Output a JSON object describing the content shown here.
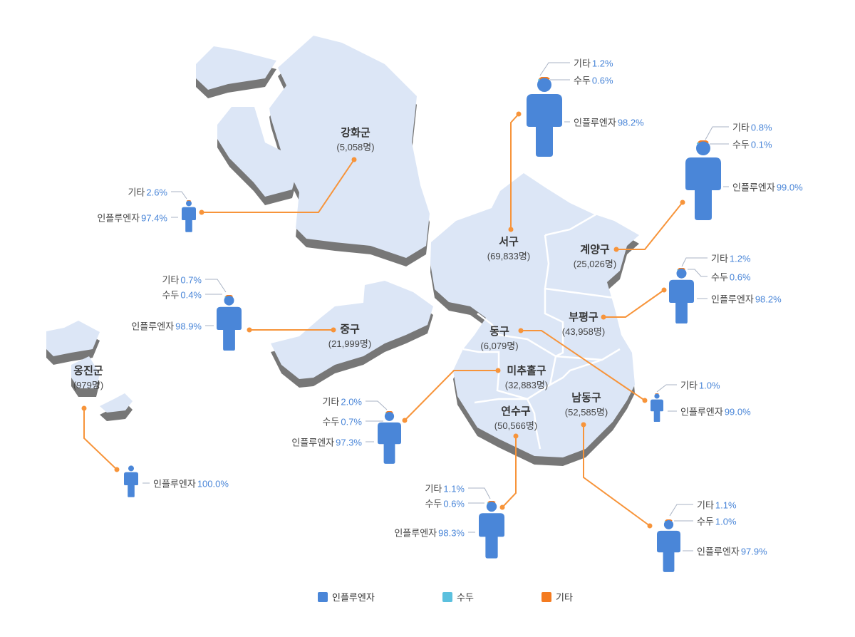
{
  "colors": {
    "influenza": "#4a86d8",
    "chickenpox": "#5bc0de",
    "other": "#f47b20",
    "connector": "#f7943a",
    "land": "#dce6f6",
    "shadow": "#777777"
  },
  "legend": [
    {
      "label": "인플루엔자"
    },
    {
      "label": "수두"
    },
    {
      "label": "기타"
    }
  ],
  "stat_labels": {
    "influenza": "인플루엔자",
    "chickenpox": "수두",
    "other": "기타"
  },
  "districts": {
    "ganghwa": {
      "name": "강화군",
      "population": "(5,058명)",
      "influenza": "97.4%",
      "other": "2.6%"
    },
    "seo": {
      "name": "서구",
      "population": "(69,833명)",
      "influenza": "98.2%",
      "chickenpox": "0.6%",
      "other": "1.2%"
    },
    "gyeyang": {
      "name": "계양구",
      "population": "(25,026명)",
      "influenza": "99.0%",
      "chickenpox": "0.1%",
      "other": "0.8%"
    },
    "bupyeong": {
      "name": "부평구",
      "population": "(43,958명)",
      "influenza": "98.2%",
      "chickenpox": "0.6%",
      "other": "1.2%"
    },
    "dong": {
      "name": "동구",
      "population": "(6,079명)",
      "influenza": "99.0%",
      "other": "1.0%"
    },
    "michuhol": {
      "name": "미추홀구",
      "population": "(32,883명)",
      "influenza": "97.3%",
      "chickenpox": "0.7%",
      "other": "2.0%"
    },
    "namdong": {
      "name": "남동구",
      "population": "(52,585명)",
      "influenza": "97.9%",
      "chickenpox": "1.0%",
      "other": "1.1%"
    },
    "yeonsu": {
      "name": "연수구",
      "population": "(50,566명)",
      "influenza": "98.3%",
      "chickenpox": "0.6%",
      "other": "1.1%"
    },
    "jung": {
      "name": "중구",
      "population": "(21,999명)",
      "influenza": "98.9%",
      "chickenpox": "0.4%",
      "other": "0.7%"
    },
    "ongjin": {
      "name": "옹진군",
      "population": "(979명)",
      "influenza": "100.0%"
    }
  }
}
